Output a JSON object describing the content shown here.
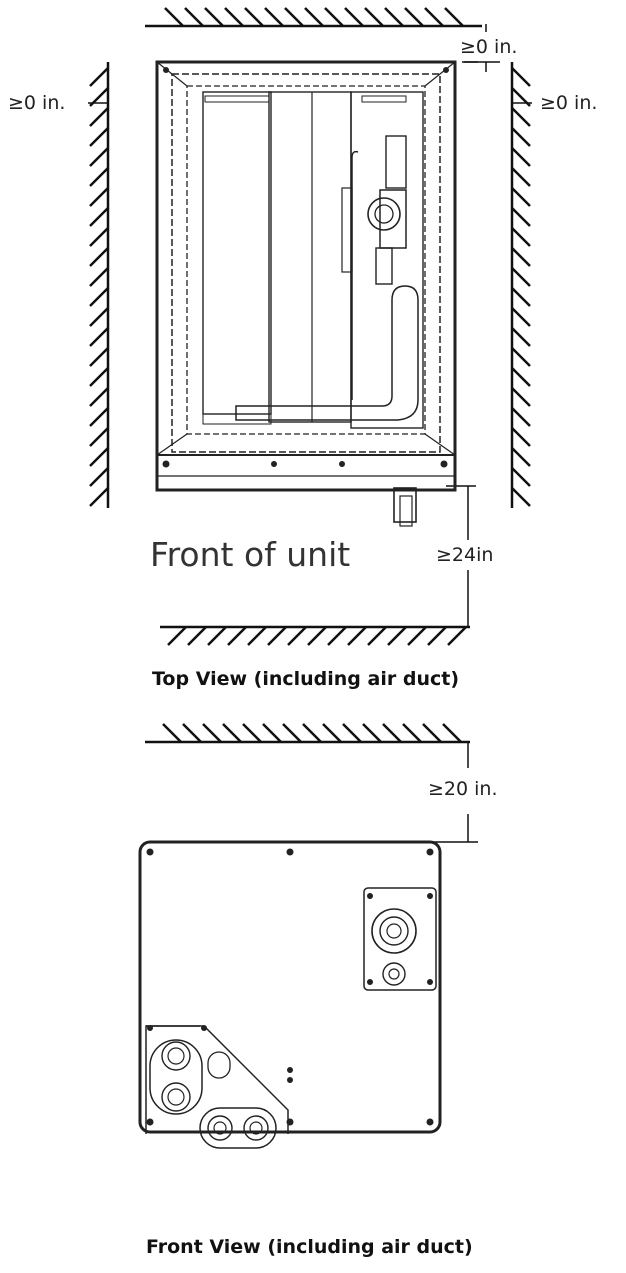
{
  "top_view": {
    "clearance_top": "≥0 in.",
    "clearance_left": "≥0 in.",
    "clearance_right": "≥0 in.",
    "clearance_front": "≥24in",
    "front_label": "Front of unit",
    "caption": "Top View (including air duct)"
  },
  "front_view": {
    "clearance_top": "≥20 in.",
    "caption": "Front View (including air duct)"
  }
}
